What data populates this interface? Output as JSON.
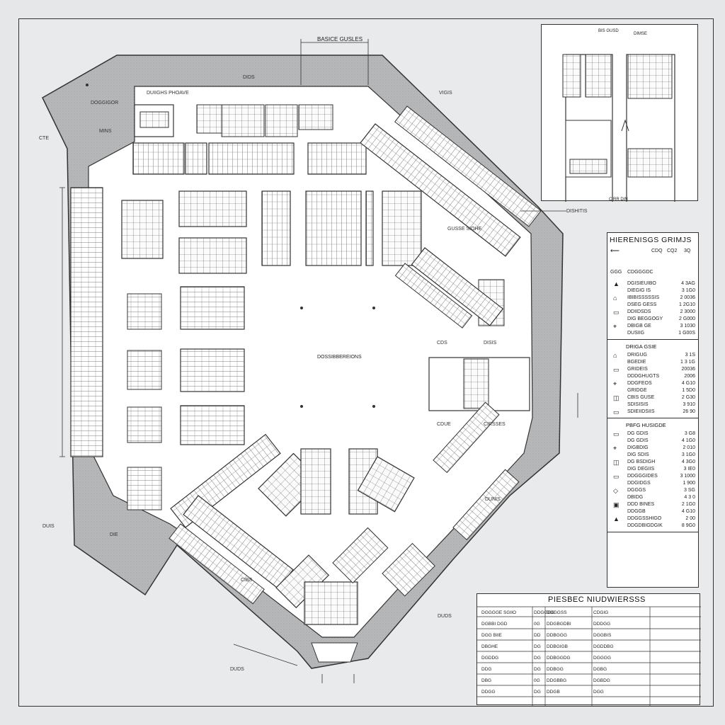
{
  "plan": {
    "top_label": "BASICE GUSLES",
    "center_label": "DOSSIBBEREIONS",
    "inset_labels": [
      "BIS GUSD",
      "DIMSE",
      "CIRR DIN"
    ],
    "small_labels": [
      "DUIIGHS PHOAVE",
      "DOGGIGOR",
      "MINS",
      "CTE",
      "DIDS",
      "VIGIS",
      "DISHITIS",
      "GUSSE SIOHE",
      "CDS",
      "DISIS",
      "CDUE",
      "CIRSSES",
      "DUIS",
      "DIE",
      "CIBS",
      "DUDS",
      "DUDS",
      "DUNIS"
    ]
  },
  "legend": {
    "title": "HIERENISGS GRIMJS",
    "header_values": [
      "CDQ",
      "CQ2",
      "3Q"
    ],
    "subheader": [
      "GGG",
      "CDGGGDC"
    ],
    "sections": [
      {
        "title": "",
        "rows": [
          {
            "label": "DGISIEUIBO",
            "value": "4 3AG"
          },
          {
            "label": "DIEGIG IS",
            "value": "3 1G0"
          },
          {
            "label": "IBIBISSSSSIS",
            "value": "2 0036"
          },
          {
            "label": "DSEG GESS",
            "value": "1 2G10"
          },
          {
            "label": "DDIIDSDS",
            "value": "2 3000"
          },
          {
            "label": "DIG BEGGOGY",
            "value": "2 G000"
          },
          {
            "label": "DBIGB GE",
            "value": "3 1030"
          },
          {
            "label": "DUSIIG",
            "value": "1 G00S"
          }
        ]
      },
      {
        "title": "DRIGA GSIE",
        "rows": [
          {
            "label": "DRIGUG",
            "value": "3 1S"
          },
          {
            "label": "BGEDIE",
            "value": "1 3 1G"
          },
          {
            "label": "GRIDEIS",
            "value": "20036"
          },
          {
            "label": "DDDGHUGTS",
            "value": "2006"
          },
          {
            "label": "DDGFEOS",
            "value": "4 G10"
          },
          {
            "label": "GRIDGE",
            "value": "1 5D0"
          },
          {
            "label": "CBIS GUSE",
            "value": "2 G30"
          },
          {
            "label": "SDISISIS",
            "value": "3 910"
          },
          {
            "label": "SDIEIIDSIIS",
            "value": "26 90"
          }
        ]
      },
      {
        "title": "PBFG HUSIGDE",
        "rows": [
          {
            "label": "DG GDIS",
            "value": "3 G8"
          },
          {
            "label": "DG GDIS",
            "value": "4 1G0"
          },
          {
            "label": "DIGBDIG",
            "value": "2 010"
          },
          {
            "label": "DIG SDIS",
            "value": "3 1G0"
          },
          {
            "label": "DG BSDIGH",
            "value": "4 3G0"
          },
          {
            "label": "DIG DEGIIS",
            "value": "3 IE0"
          },
          {
            "label": "DDGGGIDES",
            "value": "3 1000"
          },
          {
            "label": "DDGIDGS",
            "value": "1 900"
          },
          {
            "label": "DGGGS",
            "value": "3 SG"
          },
          {
            "label": "DBIDG",
            "value": "4 3 0"
          },
          {
            "label": "DDD BINES",
            "value": "2 1G0"
          },
          {
            "label": "DDGGB",
            "value": "4 G10"
          },
          {
            "label": "DDGGSSHIGO",
            "value": "2 00"
          },
          {
            "label": "DDGDBIGDGIK",
            "value": "8 9G0"
          }
        ]
      }
    ]
  },
  "title_block": {
    "title": "PIESBEC NIUDWIERSSS",
    "header_cells": [
      "DGGGGE SGIIO",
      "DDGGGG",
      "DGGGSS",
      "CDGIG"
    ],
    "rows": [
      [
        "DGBBI DGD",
        "0G",
        "DDGBGDBI",
        "DDDGG"
      ],
      [
        "DGG BIIE",
        "DD",
        "DDBGGG",
        "DGGBIS"
      ],
      [
        "DBGHE",
        "DG",
        "DDBGIGB",
        "DGDDBG"
      ],
      [
        "DGDDG",
        "DG",
        "DDBGGDG",
        "DGGGG"
      ],
      [
        "DDG",
        "DG",
        "DDBGG",
        "DGBG"
      ],
      [
        "DBG",
        "0G",
        "DDGBBG",
        "DGBDG"
      ],
      [
        "DDGG",
        "DG",
        "DDGB",
        "DGG"
      ]
    ]
  },
  "colors": {
    "paper": "#e9eaeb",
    "wall": "#b9babb",
    "ink": "#2a2a2a",
    "room": "#ffffff"
  }
}
